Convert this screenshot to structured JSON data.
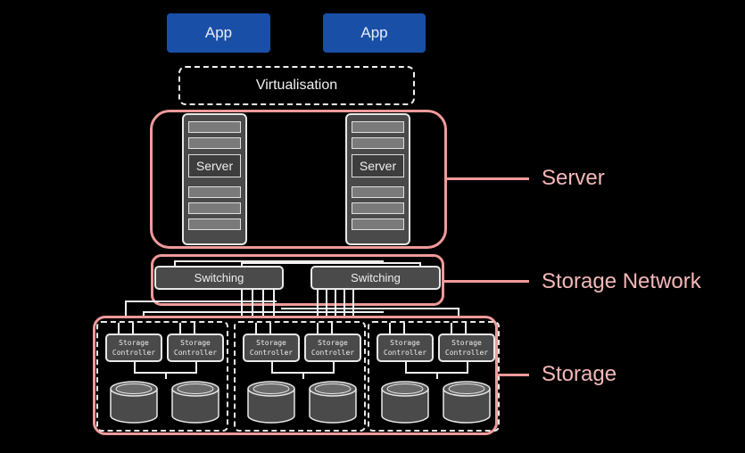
{
  "apps": [
    {
      "label": "App"
    },
    {
      "label": "App"
    }
  ],
  "virtualisation": {
    "label": "Virtualisation"
  },
  "servers": [
    {
      "label": "Server"
    },
    {
      "label": "Server"
    }
  ],
  "switches": [
    {
      "label": "Switching"
    },
    {
      "label": "Switching"
    }
  ],
  "storage_cells": [
    {
      "controllers": [
        {
          "line1": "Storage",
          "line2": "Controller"
        },
        {
          "line1": "Storage",
          "line2": "Controller"
        }
      ],
      "disks": 2
    },
    {
      "controllers": [
        {
          "line1": "Storage",
          "line2": "Controller"
        },
        {
          "line1": "Storage",
          "line2": "Controller"
        }
      ],
      "disks": 2
    },
    {
      "controllers": [
        {
          "line1": "Storage",
          "line2": "Controller"
        },
        {
          "line1": "Storage",
          "line2": "Controller"
        }
      ],
      "disks": 2
    }
  ],
  "layers": {
    "server": "Server",
    "storage_network": "Storage Network",
    "storage": "Storage"
  },
  "colors": {
    "background": "#000000",
    "app": "#1a4fa8",
    "group_outline": "#f19a9a",
    "label": "#f4b8b8",
    "component_fill": "#4a4a4a"
  }
}
